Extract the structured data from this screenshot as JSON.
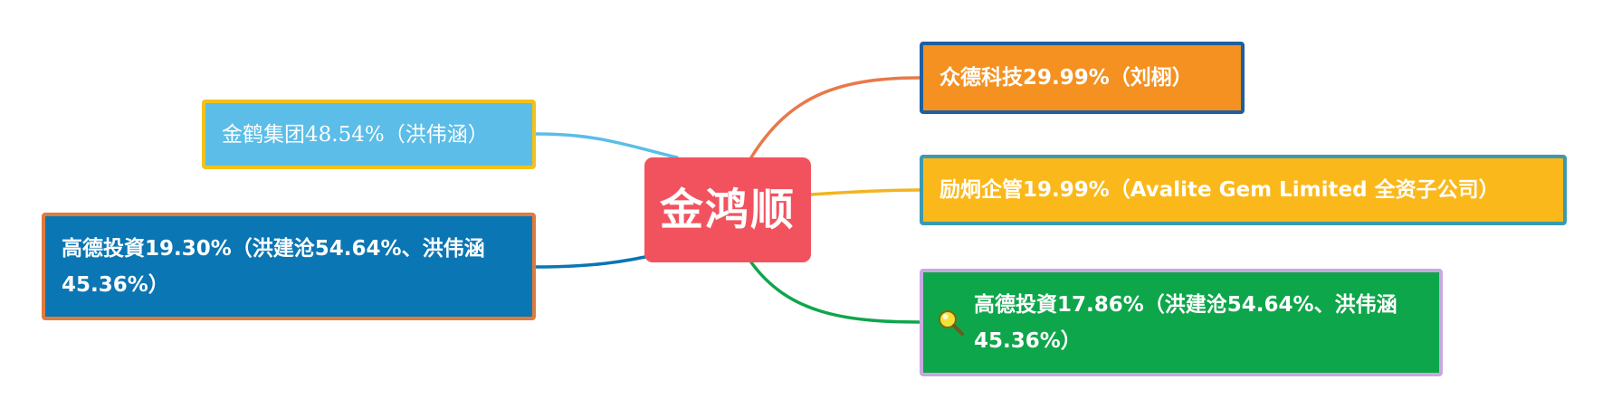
{
  "root": {
    "label": "金鸿顺",
    "color": "#f2525e"
  },
  "nodes": [
    {
      "id": "left-top",
      "label": "金鹤集团48.54%（洪伟涵）",
      "fill": "#5bbde8",
      "border": "#f2c21a",
      "line": "#5bbde8"
    },
    {
      "id": "left-bottom",
      "label": "高德投資19.30%（洪建沧54.64%、洪伟涵45.36%）",
      "fill": "#0a76b4",
      "border": "#e07b3c",
      "line": "#0a76b4"
    },
    {
      "id": "right-1",
      "label": "众德科技29.99%（刘栩）",
      "fill": "#f49120",
      "border": "#1e5fa0",
      "line": "#e8794a"
    },
    {
      "id": "right-2",
      "label": "励炯企管19.99%（Avalite Gem Limited 全资子公司）",
      "fill": "#fbb81a",
      "border": "#3a9ab0",
      "line": "#f2b51e"
    },
    {
      "id": "right-3",
      "label": "高德投資17.86%（洪建沧54.64%、洪伟涵45.36%）",
      "fill": "#0ea64b",
      "border": "#c9a8e0",
      "line": "#0ea64b",
      "icon": "search-icon"
    }
  ]
}
